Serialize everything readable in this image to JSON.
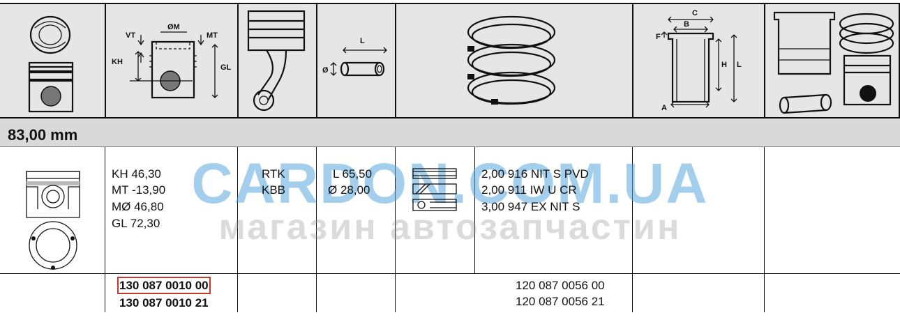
{
  "header": {
    "icons": [
      "piston-assembly-icon",
      "piston-dimensions-icon",
      "connecting-rod-icon",
      "piston-pin-icon",
      "piston-rings-icon",
      "cylinder-liner-icon",
      "engine-kit-icon"
    ],
    "dimension_labels": {
      "vt": "VT",
      "m": "ØM",
      "mt": "MT",
      "kh": "KH",
      "gl": "GL",
      "l": "L",
      "d": "Ø",
      "c": "C",
      "b": "B",
      "f": "F",
      "h": "H",
      "l2": "L",
      "a": "A"
    }
  },
  "section": {
    "title": "83,00 mm"
  },
  "watermark": {
    "line1": "CARDON.COM.UA",
    "line2": "магазин автозапчастин"
  },
  "row1": {
    "piston_dims": [
      "KH 46,30",
      "MT -13,90",
      "MØ 46,80",
      "GL 72,30"
    ],
    "rod_codes": [
      "RTK",
      "KBB"
    ],
    "pin_dims": [
      "L 65,50",
      "Ø 28,00"
    ],
    "rings": [
      "2,00 916 NIT S PVD",
      "2,00 911 IW U CR",
      "3,00 947 EX NIT S"
    ]
  },
  "row2": {
    "piston_numbers": [
      "130 087 0010 00",
      "130 087 0010 21"
    ],
    "ring_numbers": [
      "120 087 0056 00",
      "120 087 0056 21"
    ]
  }
}
